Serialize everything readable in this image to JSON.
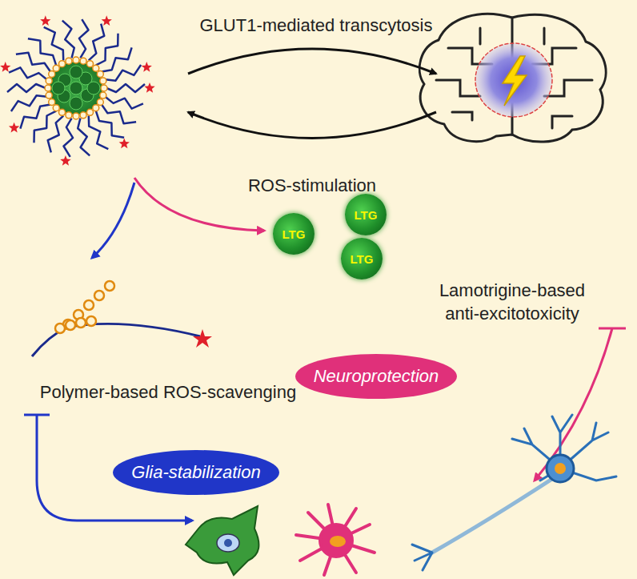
{
  "diagram": {
    "nodes": [
      {
        "text": [
          "LTG"
        ]
      },
      {
        "text": [
          "LTG"
        ]
      },
      {
        "text": [
          "LTG"
        ]
      },
      {
        "text": [
          "Neuroprotection"
        ]
      },
      {
        "text": [
          "Glia-stabilization"
        ]
      }
    ],
    "labels": [
      "GLUT1-mediated transcytosis",
      "ROS-stimulation",
      "Lamotrigine-based anti-excitotoxicity",
      "Polymer-based ROS-scavenging"
    ]
  }
}
